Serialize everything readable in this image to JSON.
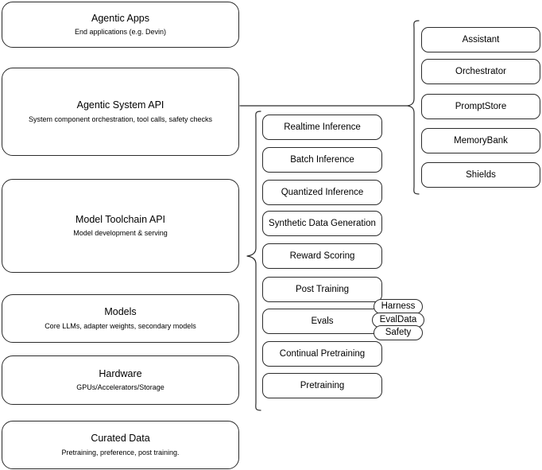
{
  "diagram": {
    "layers": [
      {
        "name": "agentic-apps",
        "title": "Agentic Apps",
        "subtitle": "End applications (e.g. Devin)"
      },
      {
        "name": "agentic-system-api",
        "title": "Agentic System API",
        "subtitle": "System component orchestration, tool calls, safety checks"
      },
      {
        "name": "model-toolchain-api",
        "title": "Model Toolchain API",
        "subtitle": "Model development & serving"
      },
      {
        "name": "models",
        "title": "Models",
        "subtitle": "Core LLMs, adapter weights, secondary models"
      },
      {
        "name": "hardware",
        "title": "Hardware",
        "subtitle": "GPUs/Accelerators/Storage"
      },
      {
        "name": "curated-data",
        "title": "Curated Data",
        "subtitle": "Pretraining, preference, post training."
      }
    ],
    "toolchain_capabilities": [
      {
        "name": "realtime-inference",
        "label": "Realtime Inference"
      },
      {
        "name": "batch-inference",
        "label": "Batch Inference"
      },
      {
        "name": "quantized-inference",
        "label": "Quantized Inference"
      },
      {
        "name": "synthetic-data-generation",
        "label": "Synthetic Data Generation"
      },
      {
        "name": "reward-scoring",
        "label": "Reward Scoring"
      },
      {
        "name": "post-training",
        "label": "Post Training"
      },
      {
        "name": "evals",
        "label": "Evals"
      },
      {
        "name": "continual-pretraining",
        "label": "Continual Pretraining"
      },
      {
        "name": "pretraining",
        "label": "Pretraining"
      }
    ],
    "evals_subcomponents": [
      {
        "name": "harness",
        "label": "Harness"
      },
      {
        "name": "evaldata",
        "label": "EvalData"
      },
      {
        "name": "safety",
        "label": "Safety"
      }
    ],
    "agentic_system_components": [
      {
        "name": "assistant",
        "label": "Assistant"
      },
      {
        "name": "orchestrator",
        "label": "Orchestrator"
      },
      {
        "name": "promptstore",
        "label": "PromptStore"
      },
      {
        "name": "memorybank",
        "label": "MemoryBank"
      },
      {
        "name": "shields",
        "label": "Shields"
      }
    ],
    "colors": {
      "stroke": "#2b2b2b",
      "background": "#ffffff",
      "text": "#000000"
    }
  }
}
